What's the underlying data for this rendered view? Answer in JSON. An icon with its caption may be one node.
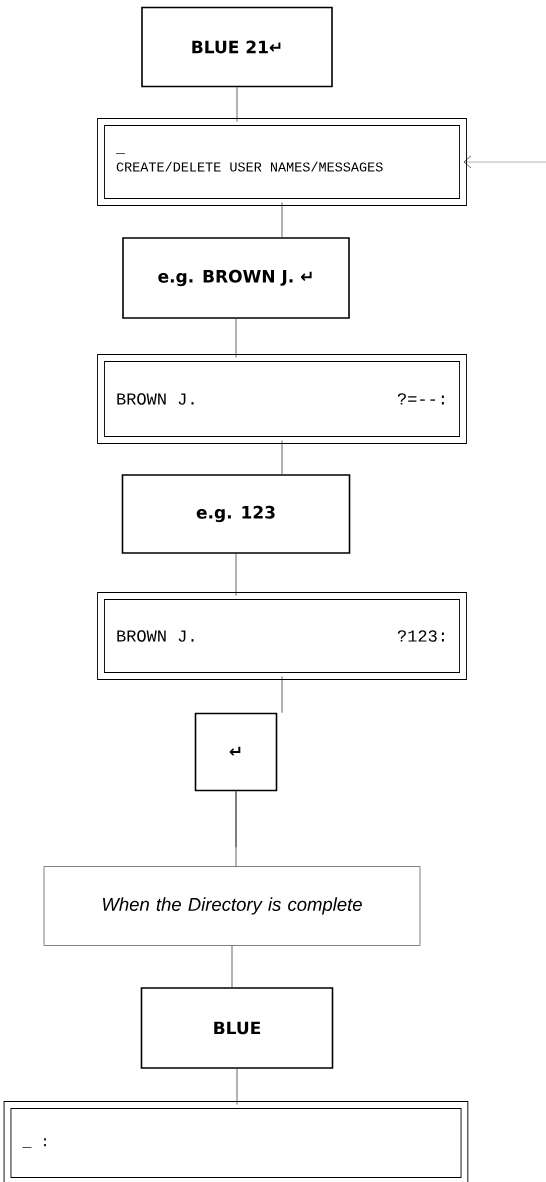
{
  "diagram": {
    "nodes": [
      {
        "text": [
          "BLUE 21↵"
        ]
      },
      {
        "text": [
          "_",
          "CREATE/DELETE USER NAMES/MESSAGES"
        ]
      },
      {
        "text": [
          "e.g. BROWN J. ↵"
        ]
      },
      {
        "text": [
          "BROWN J.",
          "?=--:"
        ]
      },
      {
        "text": [
          "e.g. 123"
        ]
      },
      {
        "text": [
          "BROWN J.",
          "?123:"
        ]
      },
      {
        "text": [
          "↵"
        ]
      },
      {
        "text": [
          "When the Directory is complete"
        ]
      },
      {
        "text": [
          "BLUE"
        ]
      },
      {
        "text": [
          "_ :"
        ]
      }
    ],
    "edges": [
      {
        "from": 0,
        "to": 1,
        "arrow": "none"
      },
      {
        "from": null,
        "to": 1,
        "arrow": "to"
      },
      {
        "from": 1,
        "to": 2,
        "arrow": "none"
      },
      {
        "from": 2,
        "to": 3,
        "arrow": "none"
      },
      {
        "from": 3,
        "to": 4,
        "arrow": "none"
      },
      {
        "from": 4,
        "to": 5,
        "arrow": "none"
      },
      {
        "from": 5,
        "to": 6,
        "arrow": "none"
      },
      {
        "from": 6,
        "to": null,
        "arrow": "none"
      },
      {
        "from": 6,
        "to": 7,
        "arrow": "none"
      },
      {
        "from": 7,
        "to": 8,
        "arrow": "none"
      },
      {
        "from": 8,
        "to": 9,
        "arrow": "none"
      }
    ]
  }
}
